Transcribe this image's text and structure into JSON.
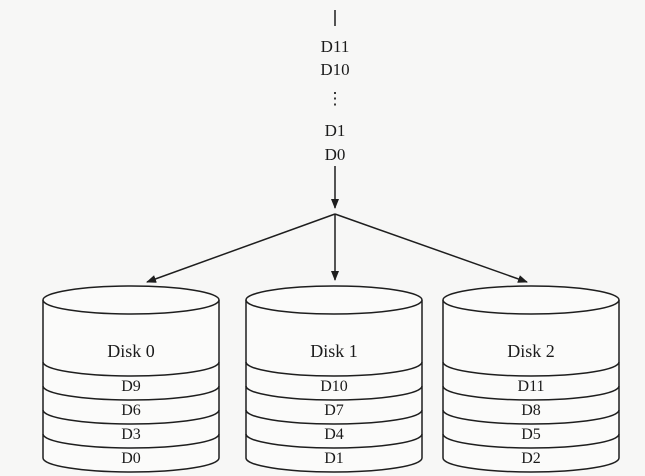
{
  "input_stream": [
    "D11",
    "D10",
    "⋮",
    "D1",
    "D0"
  ],
  "disks": [
    {
      "name": "Disk 0",
      "stripes": [
        "D9",
        "D6",
        "D3",
        "D0"
      ]
    },
    {
      "name": "Disk 1",
      "stripes": [
        "D10",
        "D7",
        "D4",
        "D1"
      ]
    },
    {
      "name": "Disk 2",
      "stripes": [
        "D11",
        "D8",
        "D5",
        "D2"
      ]
    }
  ]
}
